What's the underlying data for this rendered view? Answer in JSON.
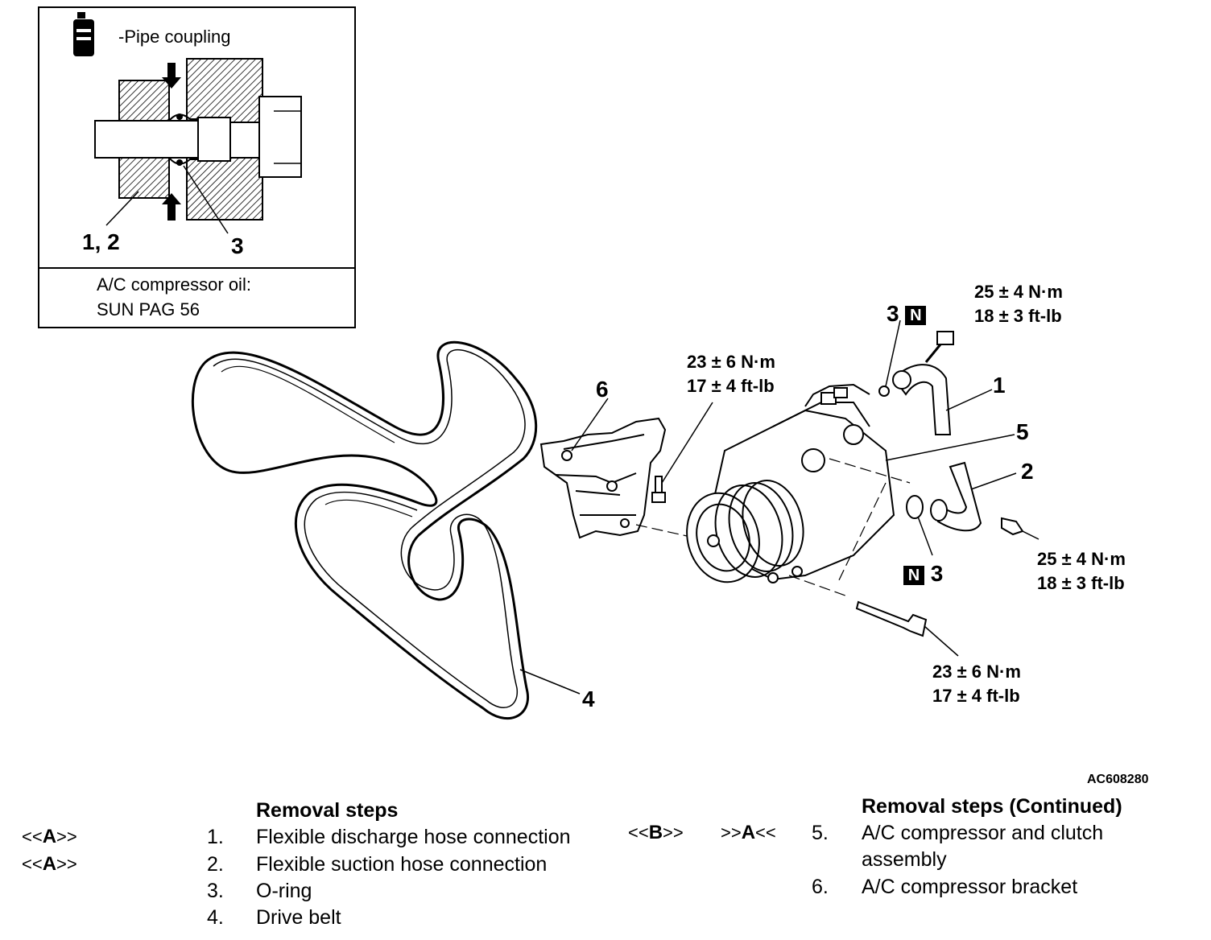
{
  "inset": {
    "title": "-Pipe coupling",
    "label_12": "1, 2",
    "label_3": "3",
    "oil_line1": "A/C compressor oil:",
    "oil_line2": "SUN PAG 56"
  },
  "callouts": {
    "c1": "1",
    "c2": "2",
    "c3_top": "3",
    "c3_bottom": "3",
    "c4": "4",
    "c5": "5",
    "c6": "6",
    "n_mark": "N"
  },
  "torques": {
    "top_right": [
      "25 ± 4 N·m",
      "18 ± 3 ft-lb"
    ],
    "mid_right": [
      "25 ± 4 N·m",
      "18 ± 3 ft-lb"
    ],
    "bracket": [
      "23 ± 6 N·m",
      "17 ± 4 ft-lb"
    ],
    "bottom": [
      "23 ± 6 N·m",
      "17 ± 4 ft-lb"
    ]
  },
  "figure_id": "AC608280",
  "removal_steps": {
    "heading": "Removal steps",
    "heading_continued": "Removal steps (Continued)",
    "left": [
      {
        "code_open": "<<",
        "code_letter": "A",
        "code_close": ">>",
        "num": "1.",
        "text": "Flexible discharge hose connection"
      },
      {
        "code_open": "<<",
        "code_letter": "A",
        "code_close": ">>",
        "num": "2.",
        "text": "Flexible suction hose connection"
      },
      {
        "code_open": "",
        "code_letter": "",
        "code_close": "",
        "num": "3.",
        "text": "O-ring"
      },
      {
        "code_open": "",
        "code_letter": "",
        "code_close": "",
        "num": "4.",
        "text": "Drive belt"
      }
    ],
    "right": [
      {
        "code1_open": "<<",
        "code1_letter": "B",
        "code1_close": ">>",
        "code2_open": ">>",
        "code2_letter": "A",
        "code2_close": "<<",
        "num": "5.",
        "text_line1": "A/C compressor and clutch",
        "text_line2": "assembly"
      },
      {
        "num": "6.",
        "text_line1": "A/C compressor bracket"
      }
    ]
  }
}
